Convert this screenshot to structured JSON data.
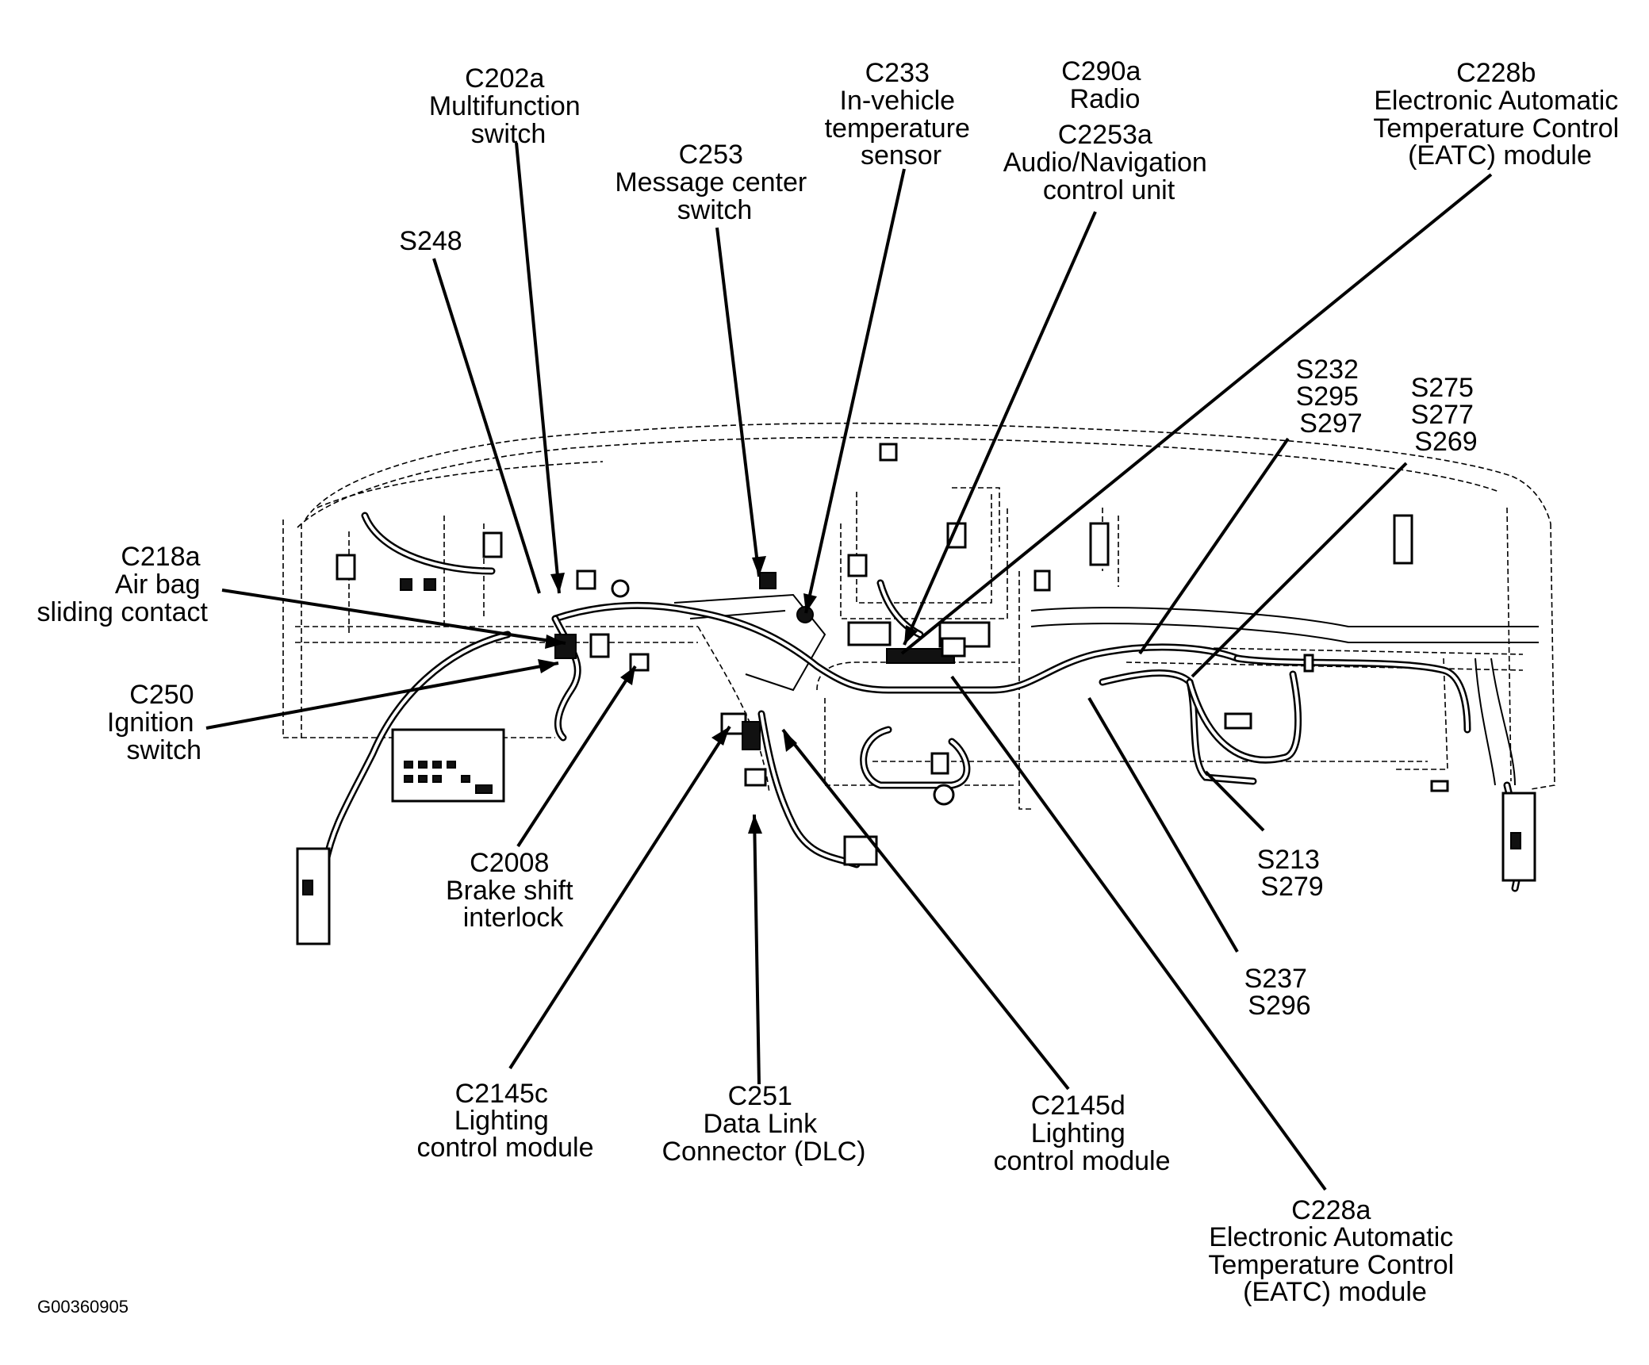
{
  "figure_id": "G00360905",
  "diagram": {
    "subject": "Instrument panel wiring harness connector and splice locations",
    "labels": [
      {
        "id": "c202a",
        "lines": [
          "C202a",
          "Multifunction",
          "switch"
        ]
      },
      {
        "id": "s248",
        "lines": [
          "S248"
        ]
      },
      {
        "id": "c253",
        "lines": [
          "C253",
          "Message center",
          "switch"
        ]
      },
      {
        "id": "c233",
        "lines": [
          "C233",
          "In-vehicle",
          "temperature",
          "sensor"
        ]
      },
      {
        "id": "c290a",
        "lines": [
          "C290a",
          "Radio"
        ]
      },
      {
        "id": "c2253a",
        "lines": [
          "C2253a",
          "Audio/Navigation",
          "control unit"
        ]
      },
      {
        "id": "c228b",
        "lines": [
          "C228b",
          "Electronic Automatic",
          "Temperature Control",
          "(EATC) module"
        ]
      },
      {
        "id": "s232",
        "lines": [
          "S232",
          "S295",
          "S297"
        ]
      },
      {
        "id": "s275",
        "lines": [
          "S275",
          "S277",
          "S269"
        ]
      },
      {
        "id": "c218a",
        "lines": [
          "C218a",
          "Air bag",
          "sliding contact"
        ]
      },
      {
        "id": "c250",
        "lines": [
          "C250",
          "Ignition",
          "switch"
        ]
      },
      {
        "id": "c2008",
        "lines": [
          "C2008",
          "Brake shift",
          "interlock"
        ]
      },
      {
        "id": "s213",
        "lines": [
          "S213",
          "S279"
        ]
      },
      {
        "id": "s237",
        "lines": [
          "S237",
          "S296"
        ]
      },
      {
        "id": "c2145c",
        "lines": [
          "C2145c",
          "Lighting",
          "control module"
        ]
      },
      {
        "id": "c251",
        "lines": [
          "C251",
          "Data Link",
          "Connector (DLC)"
        ]
      },
      {
        "id": "c2145d",
        "lines": [
          "C2145d",
          "Lighting",
          "control module"
        ]
      },
      {
        "id": "c228a",
        "lines": [
          "C228a",
          "Electronic Automatic",
          "Temperature Control",
          "(EATC) module"
        ]
      }
    ]
  }
}
